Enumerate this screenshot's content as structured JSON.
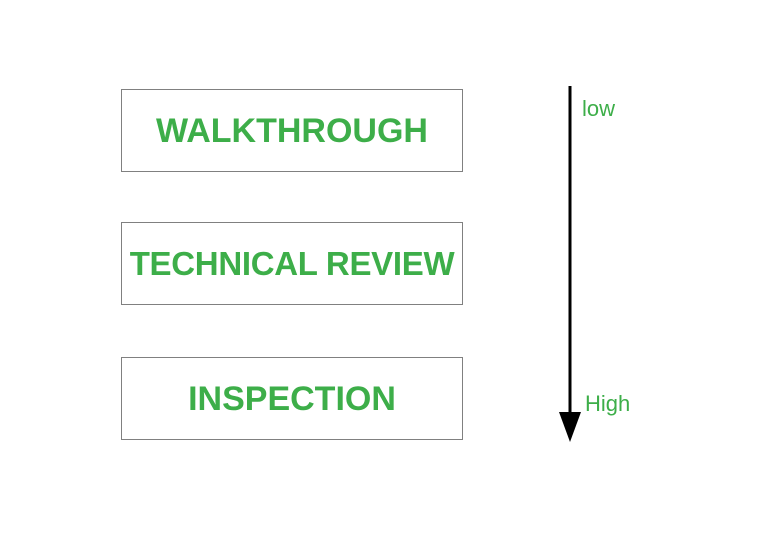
{
  "diagram": {
    "background_color": "#ffffff",
    "accent_color": "#3DAE49",
    "border_color": "#808080",
    "arrow_color": "#000000",
    "boxes": [
      {
        "label": "WALKTHROUGH"
      },
      {
        "label": "TECHNICAL REVIEW"
      },
      {
        "label": "INSPECTION"
      }
    ],
    "axis": {
      "icon": "down-arrow-icon",
      "top_label": "low",
      "bottom_label": "High"
    }
  }
}
